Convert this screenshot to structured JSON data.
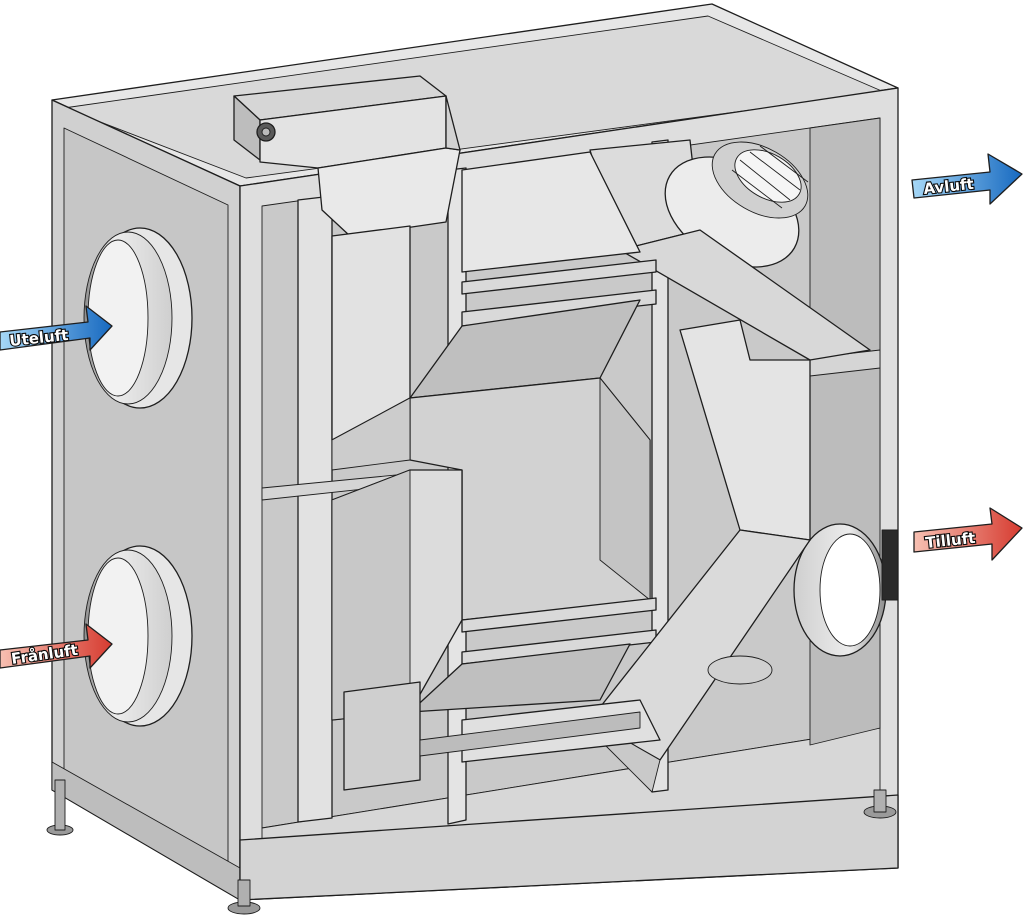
{
  "labels": {
    "uteluft": "Uteluft",
    "franluft": "Frånluft",
    "avluft": "Avluft",
    "tilluft": "Tilluft"
  },
  "colors": {
    "blue_arrow_light": "#9fd3f5",
    "blue_arrow_dark": "#1e6fbf",
    "red_arrow_light": "#f6b3a4",
    "red_arrow_dark": "#d9463a",
    "casing": "#d4d4d4",
    "casing_dark": "#b9b9b9",
    "casing_light": "#e8e8e8"
  },
  "icons": [
    "outdoor-air-arrow-icon",
    "extract-air-arrow-icon",
    "exhaust-air-arrow-icon",
    "supply-air-arrow-icon",
    "fan-icon",
    "heat-exchanger-icon"
  ]
}
